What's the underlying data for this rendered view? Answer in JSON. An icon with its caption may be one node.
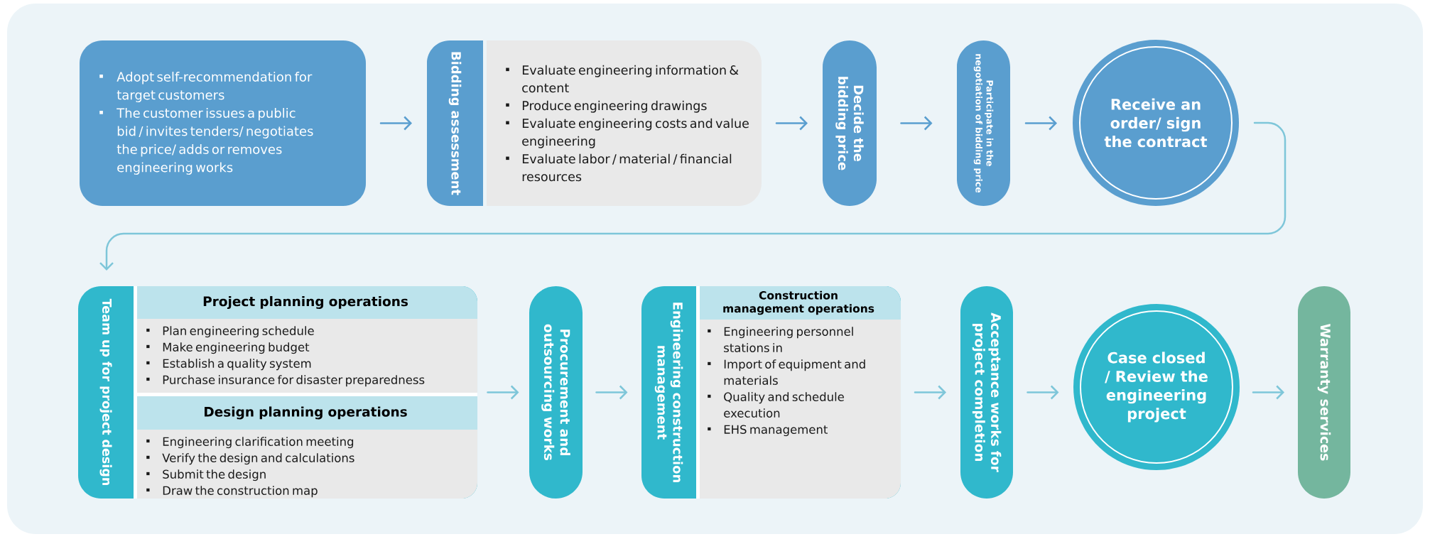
{
  "diagram": {
    "nodes": [
      {
        "text": [
          "Adopt self-recommendation for target customers",
          "The customer issues a public bid / invites tenders/ negotiates the price/ adds or removes engineering works"
        ]
      },
      {
        "text": [
          "Bidding assessment",
          "Evaluate engineering information & content",
          "Produce engineering drawings",
          "Evaluate engineering costs and value engineering",
          "Evaluate labor / material / financial resources"
        ]
      },
      {
        "text": [
          "Decide the bidding price"
        ]
      },
      {
        "text": [
          "Participate in the negotiation of bidding price"
        ]
      },
      {
        "text": [
          "Receive an order/ sign the contract"
        ]
      },
      {
        "text": [
          "Team up for project design"
        ]
      },
      {
        "text": [
          "Project planning operations",
          "Plan engineering schedule",
          "Make engineering budget",
          "Establish a quality system",
          "Purchase insurance for disaster preparedness"
        ],
        "in": 5
      },
      {
        "text": [
          "Design planning operations",
          "Engineering clarification meeting",
          "Verify the design and calculations",
          "Submit the design",
          "Draw the construction map"
        ],
        "in": 5
      },
      {
        "text": [
          "Procurement and outsourcing works"
        ]
      },
      {
        "text": [
          "Engineering construction management"
        ]
      },
      {
        "text": [
          "Construction management operations",
          "Engineering personnel stations in",
          "Import of equipment and materials",
          "Quality and schedule execution",
          "EHS management"
        ],
        "in": 9
      },
      {
        "text": [
          "Acceptance works for project completion"
        ]
      },
      {
        "text": [
          "Case closed / Review the engineering project"
        ]
      },
      {
        "text": [
          "Warranty services"
        ]
      }
    ],
    "edges": [
      {
        "from": 0,
        "to": 1,
        "arrow": "to",
        "color": "#5a9ecf"
      },
      {
        "from": 1,
        "to": 2,
        "arrow": "to",
        "color": "#5a9ecf"
      },
      {
        "from": 2,
        "to": 3,
        "arrow": "to",
        "color": "#5a9ecf"
      },
      {
        "from": 3,
        "to": 4,
        "arrow": "to",
        "color": "#5a9ecf"
      },
      {
        "from": 4,
        "to": 5,
        "arrow": "to"
      },
      {
        "from": 5,
        "to": 8,
        "arrow": "to"
      },
      {
        "from": 8,
        "to": 9,
        "arrow": "to"
      },
      {
        "from": 9,
        "to": 11,
        "arrow": "to"
      },
      {
        "from": 11,
        "to": 12,
        "arrow": "to"
      },
      {
        "from": 12,
        "to": 13,
        "arrow": "to"
      }
    ]
  }
}
